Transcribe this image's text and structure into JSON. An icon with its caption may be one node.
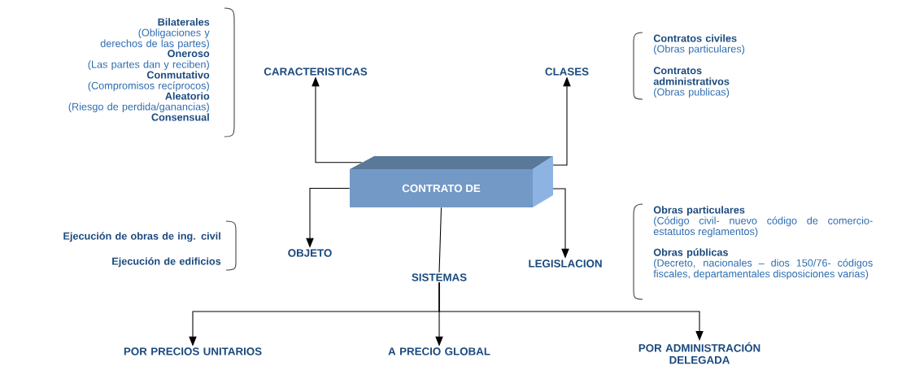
{
  "diagram": {
    "nodes": [
      {
        "text": [
          "CONTRATO DE"
        ]
      },
      {
        "text": [
          "CARACTERISTICAS"
        ]
      },
      {
        "text": [
          "CLASES"
        ]
      },
      {
        "text": [
          "OBJETO"
        ]
      },
      {
        "text": [
          "LEGISLACION"
        ]
      },
      {
        "text": [
          "SISTEMAS"
        ]
      },
      {
        "text": [
          "POR PRECIOS UNITARIOS"
        ]
      },
      {
        "text": [
          "A PRECIO GLOBAL"
        ]
      },
      {
        "text": [
          "POR ADMINISTRACIÓN DELEGADA"
        ]
      }
    ],
    "edges": [
      {
        "from": 0,
        "to": 1,
        "arrow": "to"
      },
      {
        "from": 0,
        "to": 2,
        "arrow": "to"
      },
      {
        "from": 0,
        "to": 3,
        "arrow": "to"
      },
      {
        "from": 0,
        "to": 4,
        "arrow": "to"
      },
      {
        "from": 0,
        "to": 5,
        "arrow": "none"
      },
      {
        "from": 5,
        "to": 6,
        "arrow": "to"
      },
      {
        "from": 5,
        "to": 7,
        "arrow": "to"
      },
      {
        "from": 5,
        "to": 8,
        "arrow": "to"
      }
    ],
    "labels": [
      "Bilaterales",
      "(Obligaciones y derechos de las partes)",
      "Oneroso",
      "(Las partes dan y reciben)",
      "Conmutativo",
      "(Compromisos recíprocos)",
      "Aleatorio",
      "(Riesgo de perdida/ganancias)",
      "Consensual",
      "Contratos civiles",
      "(Obras particulares)",
      "Contratos administrativos",
      "(Obras publicas)",
      "Ejecución de obras de ing. civil",
      "Ejecución de edificios",
      "Obras particulares",
      "(Código civil- nuevo código de comercio- estatutos reglamentos)",
      "Obras públicas",
      "(Decreto, nacionales – dios 150/76- códigos fiscales, departamentales disposiciones varias)"
    ]
  }
}
